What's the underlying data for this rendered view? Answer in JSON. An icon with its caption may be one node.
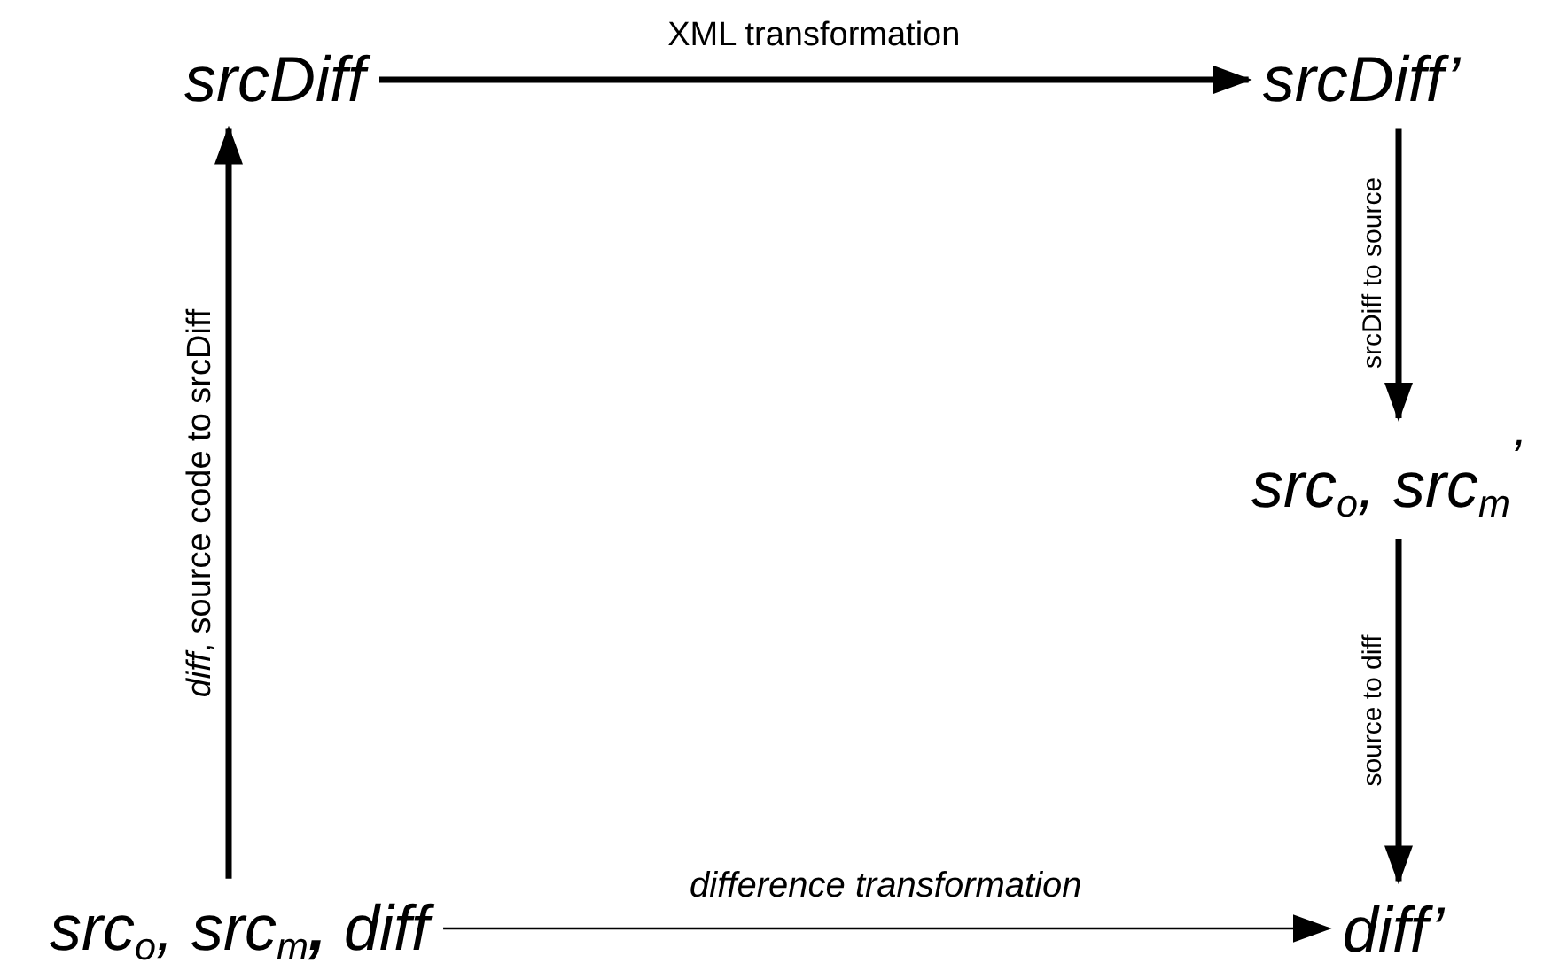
{
  "diagram": {
    "nodes": [
      {
        "text": [
          "srcDiff"
        ]
      },
      {
        "text": [
          "srcDiff’"
        ]
      },
      {
        "text": [
          "src$_{o}$, src$_{m}$$^{’}$"
        ]
      },
      {
        "text": [
          "src$_{o}$, src$_{m}$**,** diff"
        ]
      },
      {
        "text": [
          "diff’"
        ]
      }
    ],
    "edges": [
      {
        "from": 0,
        "to": 1,
        "arrow": "to",
        "label": "XML transformation"
      },
      {
        "from": 1,
        "to": 2,
        "arrow": "to",
        "label": "srcDiff to source"
      },
      {
        "from": 2,
        "to": 4,
        "arrow": "to",
        "label": "source to diff"
      },
      {
        "from": 3,
        "to": 4,
        "arrow": "to",
        "label": "difference transformation"
      },
      {
        "from": 3,
        "to": 0,
        "arrow": "to",
        "label": "*diff*, source code to srcDiff"
      }
    ]
  }
}
